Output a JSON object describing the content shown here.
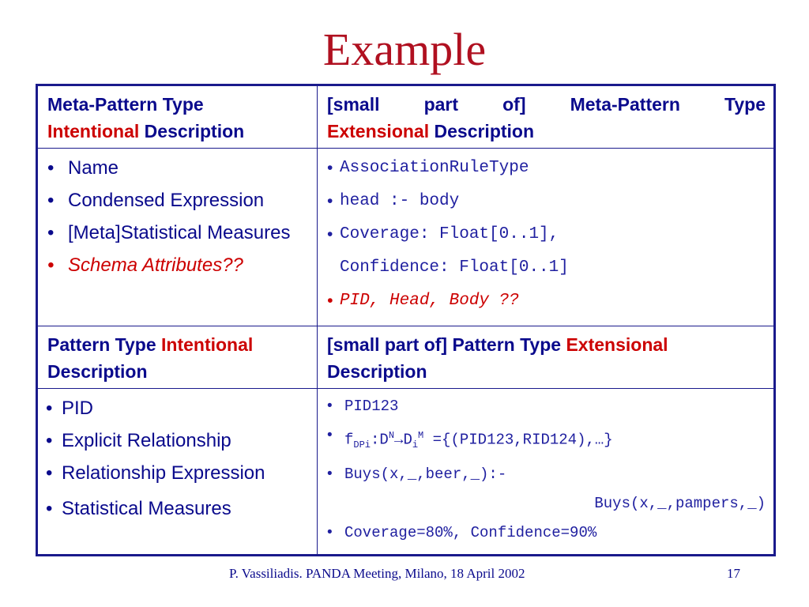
{
  "title": "Example",
  "table": {
    "meta_left_header": {
      "line1": "Meta-Pattern Type",
      "red": "Intentional",
      "rest": " Description"
    },
    "meta_right_header": {
      "line1": "[small part of] Meta-Pattern Type",
      "red": "Extensional",
      "rest": " Description"
    },
    "meta_left_items": [
      "Name",
      "Condensed Expression",
      "[Meta]Statistical Measures",
      "Schema Attributes??"
    ],
    "meta_right_items": [
      "AssociationRuleType",
      "head :- body",
      "Coverage:  Float[0..1],",
      "Confidence: Float[0..1]",
      "PID, Head, Body ??"
    ],
    "pattern_left_header": {
      "part1": "Pattern Type ",
      "red": "Intentional",
      "part2": "Description"
    },
    "pattern_right_header": {
      "part1": "[small part of] Pattern Type ",
      "red": "Extensional",
      "part2": "Description"
    },
    "pattern_left_items": [
      "PID",
      "Explicit Relationship",
      "Relationship Expression",
      "Statistical Measures"
    ],
    "pattern_right_items": {
      "pid": "PID123",
      "f": "f",
      "f_sub": "DPi",
      "f_mid1": ":D",
      "f_sup1": "N",
      "f_arrow": "→",
      "f_mid2": "D",
      "f_sub2": "i",
      "f_sup2": "M",
      "f_rest": " ={(PID123,RID124),…}",
      "buys1": "Buys(x,_,beer,_):-",
      "buys2": "Buys(x,_,pampers,_)",
      "coverage": "Coverage=80%, Confidence=90%"
    }
  },
  "footer": "P. Vassiliadis. PANDA Meeting, Milano, 18 April 2002",
  "page_number": "17",
  "colors": {
    "title": "#b01020",
    "text": "#0a0a8c",
    "accent": "#cc0000",
    "border": "#1a1a8c"
  }
}
